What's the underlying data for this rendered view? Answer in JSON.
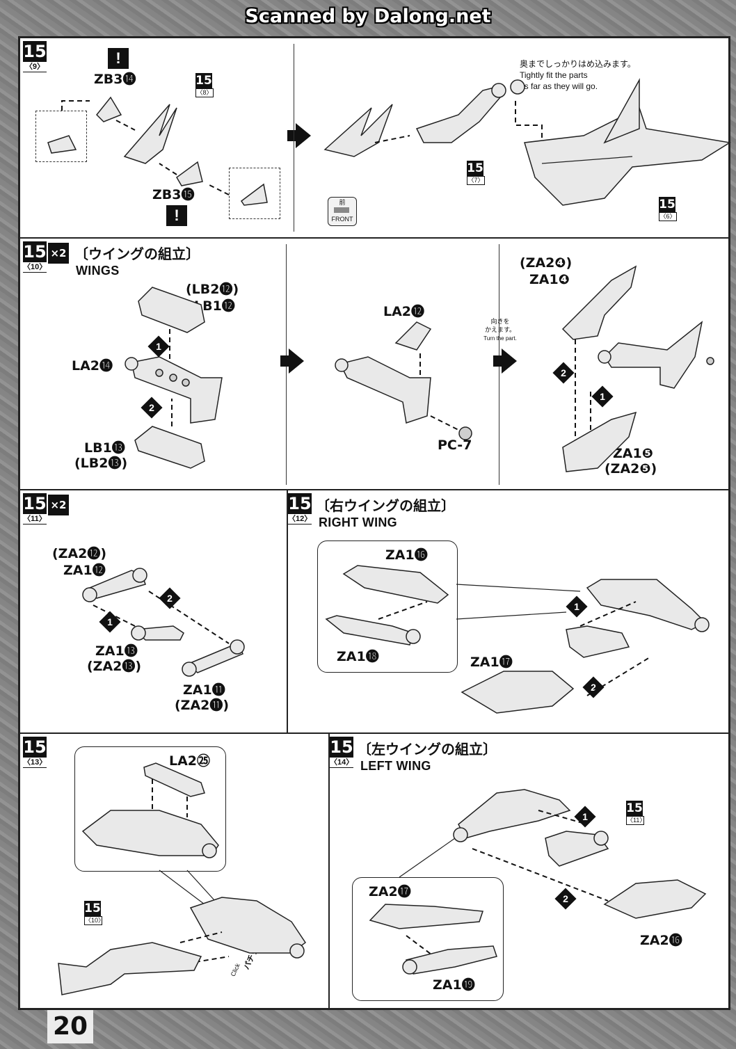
{
  "banner": "Scanned by Dalong.net",
  "page_number": "20",
  "sections": {
    "s9": {
      "step": "15",
      "sub": "〈9〉",
      "zb3_14": "ZB3⓮",
      "zb3_15": "ZB3⓯",
      "ref8_num": "15",
      "ref8_sub": "〈8〉",
      "bang": "!"
    },
    "s9b": {
      "note_jp": "奥までしっかりはめ込みます。",
      "note_en1": "Tightly fit the parts",
      "note_en2": "as far as they will go.",
      "ref7_num": "15",
      "ref7_sub": "〈7〉",
      "ref6_num": "15",
      "ref6_sub": "〈6〉",
      "front_jp": "前",
      "front_en": "FRONT"
    },
    "s10": {
      "step": "15",
      "sub": "〈10〉",
      "x2": "×2",
      "title_jp": "〔ウイングの組立〕",
      "title_en": "WINGS",
      "lb2_12": "(LB2⓬)",
      "lb1_12": "LB1⓬",
      "la2_14": "LA2⓮",
      "lb1_13": "LB1⓭",
      "lb2_13": "(LB2⓭)",
      "la2_12": "LA2⓬",
      "pc7": "PC-7",
      "za2_4": "(ZA2❹)",
      "za1_4": "ZA1❹",
      "turn_jp1": "向きを",
      "turn_jp2": "かえます。",
      "turn_en": "Turn the part.",
      "za1_5": "ZA1❺",
      "za2_5": "(ZA2❺)"
    },
    "s11": {
      "step": "15",
      "sub": "〈11〉",
      "x2": "×2",
      "za2_12": "(ZA2⓬)",
      "za1_12": "ZA1⓬",
      "za1_13": "ZA1⓭",
      "za2_13": "(ZA2⓭)",
      "za1_11": "ZA1⓫",
      "za2_11": "(ZA2⓫)"
    },
    "s12": {
      "step": "15",
      "sub": "〈12〉",
      "title_jp": "〔右ウイングの組立〕",
      "title_en": "RIGHT WING",
      "za1_16": "ZA1⓰",
      "za1_18": "ZA1⓲",
      "za1_17": "ZA1⓱"
    },
    "s13": {
      "step": "15",
      "sub": "〈13〉",
      "la2_25": "LA2㉕",
      "ref10_num": "15",
      "ref10_sub": "〈10〉",
      "click_jp": "パチッ",
      "click_en": "Click"
    },
    "s14": {
      "step": "15",
      "sub": "〈14〉",
      "title_jp": "〔左ウイングの組立〕",
      "title_en": "LEFT WING",
      "ref11_num": "15",
      "ref11_sub": "〈11〉",
      "za2_17": "ZA2⓱",
      "za1_19": "ZA1⓳",
      "za2_16": "ZA2⓰"
    },
    "seq": {
      "one": "1",
      "two": "2"
    }
  }
}
